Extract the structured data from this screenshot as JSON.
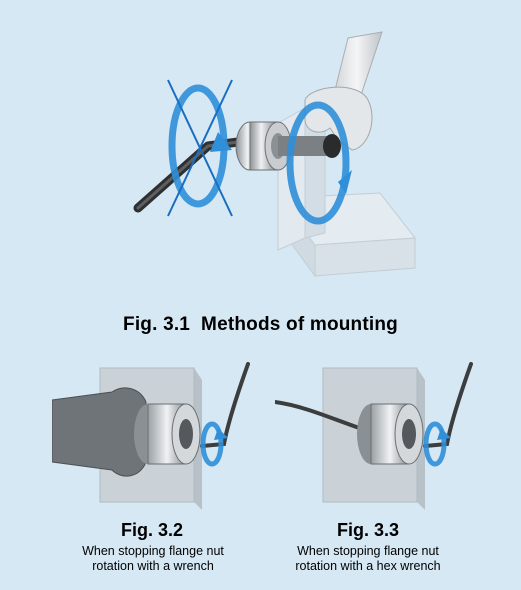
{
  "figures": {
    "main": {
      "number": "Fig. 3.1",
      "title": "Methods of mounting"
    },
    "wrench": {
      "number": "Fig. 3.2",
      "description_line1": "When stopping flange nut",
      "description_line2": "rotation with a wrench"
    },
    "hex_wrench": {
      "number": "Fig. 3.3",
      "description_line1": "When stopping flange nut",
      "description_line2": "rotation with a hex wrench"
    }
  },
  "colors": {
    "background": "#d6e8f4",
    "rotation_arrow": "#2f8fd8",
    "cross_mark": "#1a6ec2"
  }
}
